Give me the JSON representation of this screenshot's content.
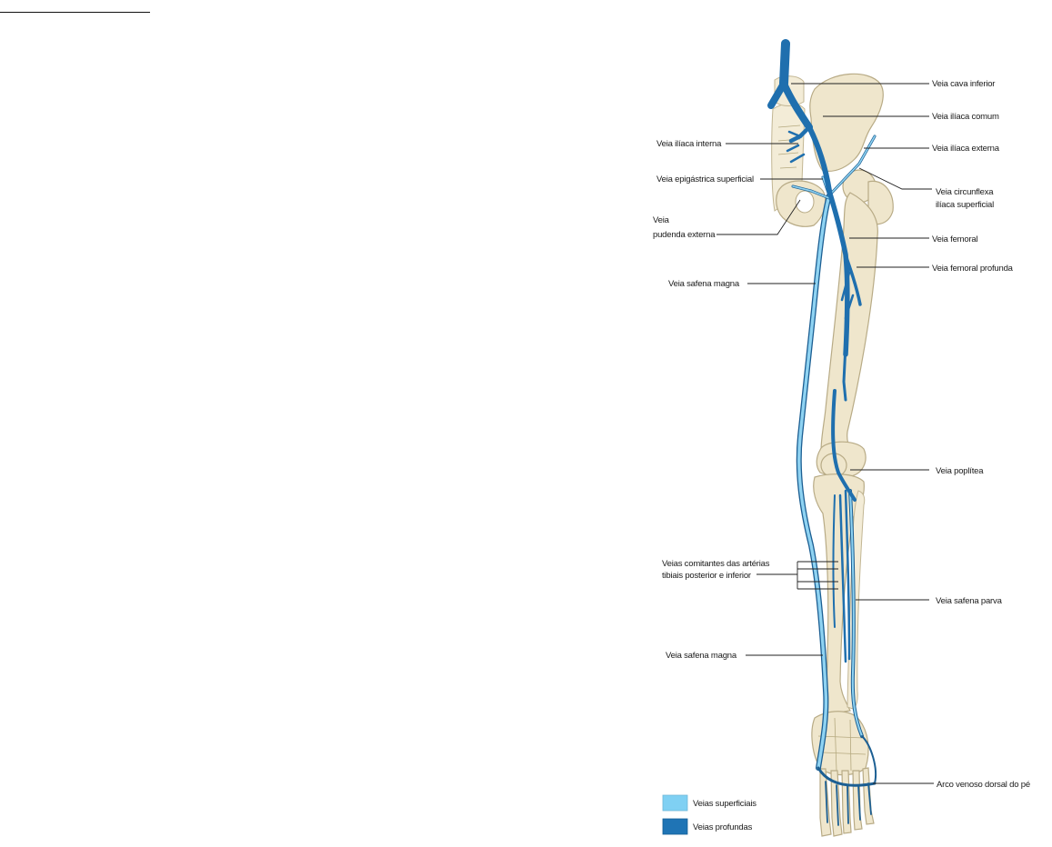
{
  "labels": {
    "cava_inferior": "Veia cava inferior",
    "iliaca_comum": "Veia ilíaca comum",
    "iliaca_interna": "Veia ilíaca interna",
    "iliaca_externa": "Veia ilíaca externa",
    "epigastrica": "Veia epigástrica superficial",
    "circunflexa_1": "Veia circunflexa",
    "circunflexa_2": "ilíaca superficial",
    "pudenda_1": "Veia",
    "pudenda_2": "pudenda externa",
    "femoral": "Veia femoral",
    "femoral_profunda": "Veia femoral profunda",
    "safena_magna_1": "Veia safena magna",
    "poplitea": "Veia poplítea",
    "comitantes_1": "Veias comitantes das artérias",
    "comitantes_2": "tibiais posterior e inferior",
    "safena_parva": "Veia safena parva",
    "safena_magna_2": "Veia safena magna",
    "arco_venoso": "Arco venoso dorsal do pé"
  },
  "legend": {
    "superficial": {
      "label": "Veias superficiais",
      "color": "#7fd0f3"
    },
    "deep": {
      "label": "Veias profundas",
      "color": "#1f74b5"
    }
  },
  "colors": {
    "bone": "#efe6cc",
    "deep_vein": "#1f6fae",
    "superficial_vein": "#8fd3f2"
  }
}
